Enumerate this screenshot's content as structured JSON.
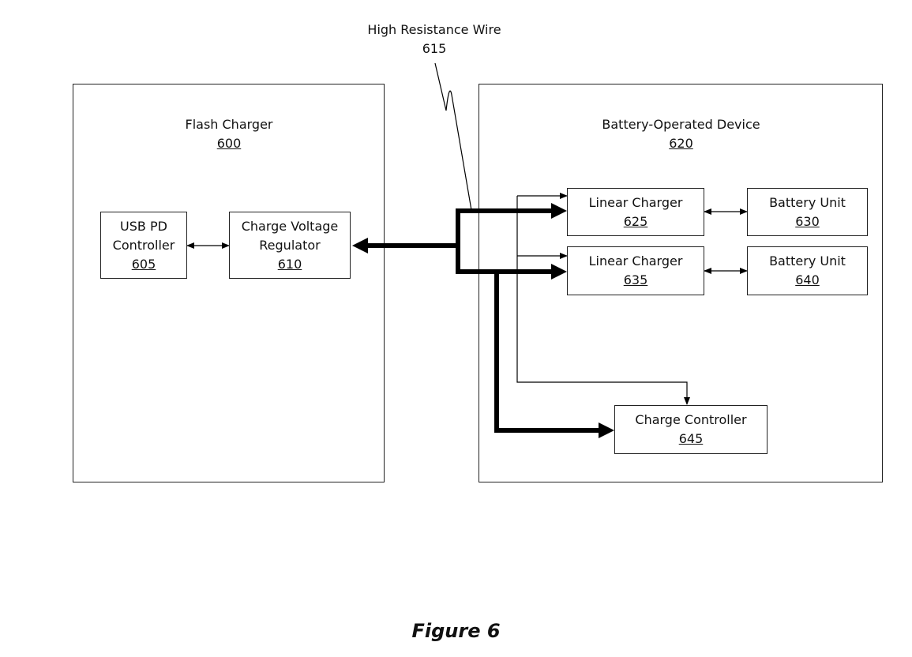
{
  "figure": {
    "caption": "Figure 6"
  },
  "wire": {
    "label": "High Resistance Wire",
    "ref": "615"
  },
  "flash_charger": {
    "title": "Flash Charger",
    "ref": "600",
    "usb_pd": {
      "lines": [
        "USB PD",
        "Controller"
      ],
      "ref": "605"
    },
    "regulator": {
      "lines": [
        "Charge Voltage",
        "Regulator"
      ],
      "ref": "610"
    }
  },
  "device": {
    "title": "Battery-Operated Device",
    "ref": "620",
    "linear_charger_1": {
      "label": "Linear Charger",
      "ref": "625"
    },
    "battery_unit_1": {
      "label": "Battery Unit",
      "ref": "630"
    },
    "linear_charger_2": {
      "label": "Linear Charger",
      "ref": "635"
    },
    "battery_unit_2": {
      "label": "Battery Unit",
      "ref": "640"
    },
    "charge_controller": {
      "label": "Charge Controller",
      "ref": "645"
    }
  }
}
